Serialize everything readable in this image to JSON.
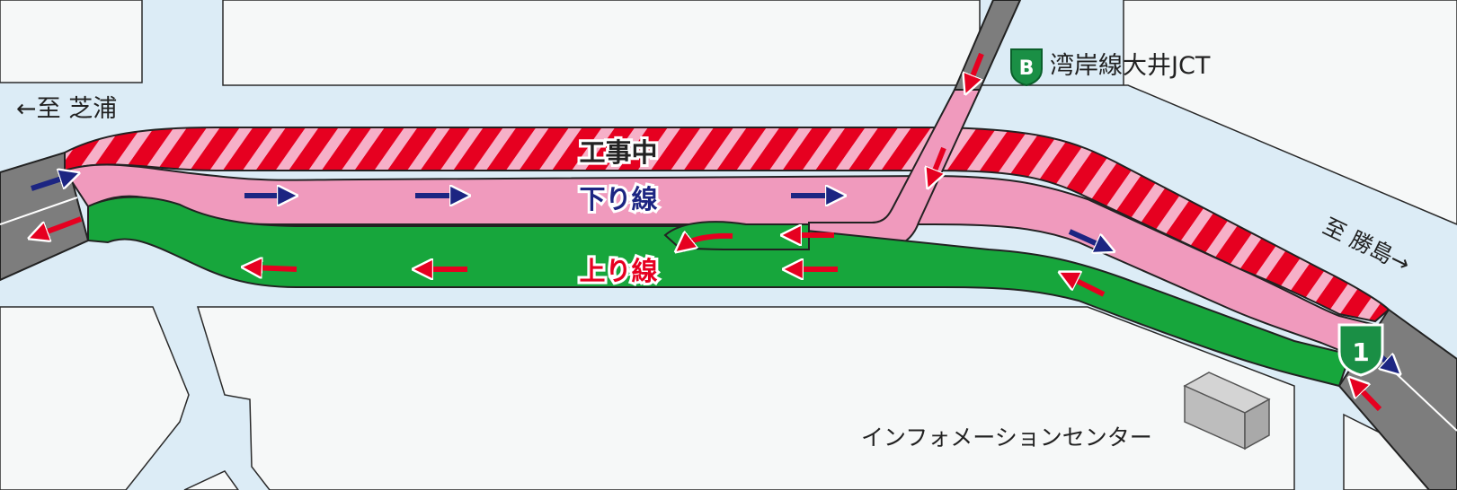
{
  "labels": {
    "to_shibaura": "←至 芝浦",
    "to_katsushima": "至 勝島→",
    "jct": "湾岸線大井JCT",
    "jct_badge": "B",
    "route_number": "1",
    "construction": "工事中",
    "down_line": "下り線",
    "up_line": "上り線",
    "info_center": "インフォメーションセンター"
  },
  "colors": {
    "water": "#dcecf6",
    "land": "#f6f8f8",
    "down_line": "#f09abd",
    "up_line": "#17a63c",
    "construction_red": "#e60020",
    "arrow_blue": "#1c2582",
    "arrow_red": "#e60020",
    "gray_road": "#7d7d7d",
    "badge_green": "#1a8f45"
  },
  "icons": {
    "down_arrow": "arrow-right-navy",
    "up_arrow": "arrow-left-red",
    "jct_badge": "bayshore-route-badge",
    "route_shield": "route-shield-green",
    "building": "info-center-building"
  }
}
